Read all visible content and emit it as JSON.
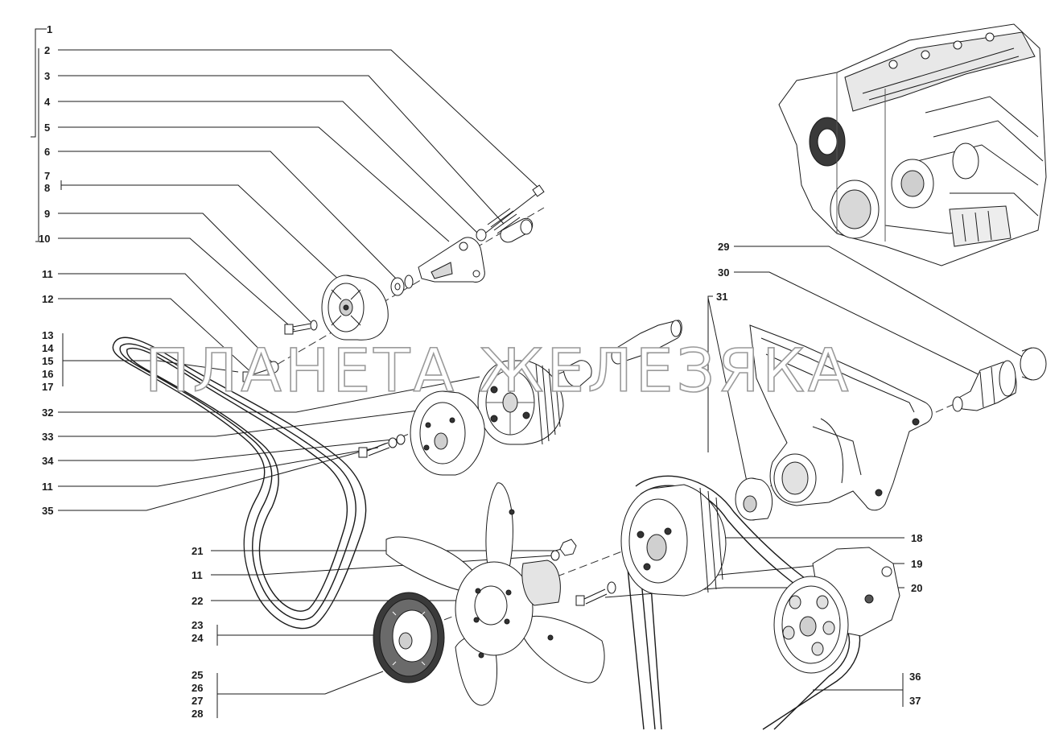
{
  "watermark": "ПЛАНЕТА ЖЕЛЕЗЯКА",
  "callouts_left": [
    "1",
    "2",
    "3",
    "4",
    "5",
    "6",
    "7",
    "8",
    "9",
    "10",
    "11",
    "12",
    "13",
    "14",
    "15",
    "16",
    "17",
    "32",
    "33",
    "34",
    "11",
    "35",
    "21",
    "11",
    "22",
    "23",
    "24",
    "25",
    "26",
    "27",
    "28"
  ],
  "callouts_right": [
    "29",
    "30",
    "31",
    "18",
    "19",
    "20",
    "36",
    "37"
  ],
  "colors": {
    "line": "#1a1a1a",
    "fill": "#ffffff",
    "shade": "#cfcfcf",
    "dark": "#555555",
    "watermark_stroke": "#9a9a9a"
  }
}
